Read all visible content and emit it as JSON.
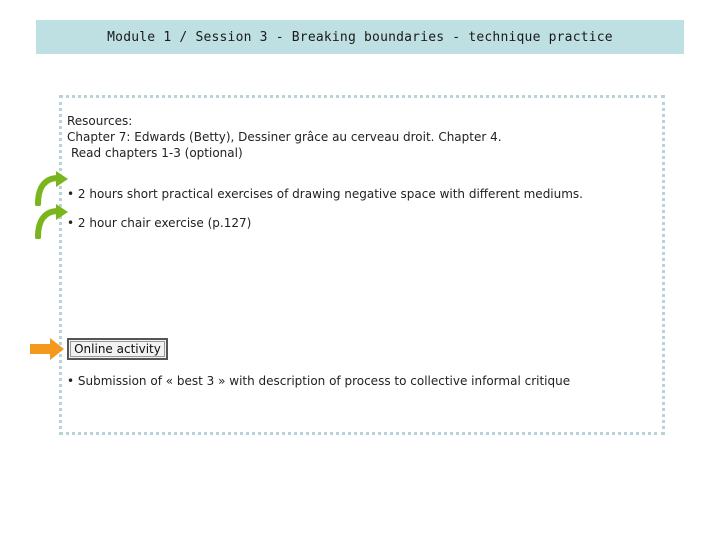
{
  "header": {
    "title": "Module 1 / Session 3 - Breaking boundaries - technique practice"
  },
  "resources": {
    "heading": "Resources:",
    "line1": "Chapter 7: Edwards (Betty), Dessiner grâce au cerveau droit. Chapter 4.",
    "line2": "Read chapters 1-3 (optional)"
  },
  "exercises": [
    {
      "text": "• 2 hours short practical exercises of drawing negative space with different mediums.",
      "icon": "green-curved-arrow-icon"
    },
    {
      "text": "• 2  hour chair exercise (p.127)",
      "icon": "green-curved-arrow-icon"
    }
  ],
  "online": {
    "button_label": "Online activity",
    "pointer_icon": "orange-arrow-icon",
    "submission": "• Submission of « best 3 » with description of process to collective informal critique"
  },
  "colors": {
    "title_bar": "#bfe0e3",
    "box_border": "#b7d4d8",
    "arrow_green": "#7ab51d",
    "arrow_orange": "#f39a1e"
  }
}
